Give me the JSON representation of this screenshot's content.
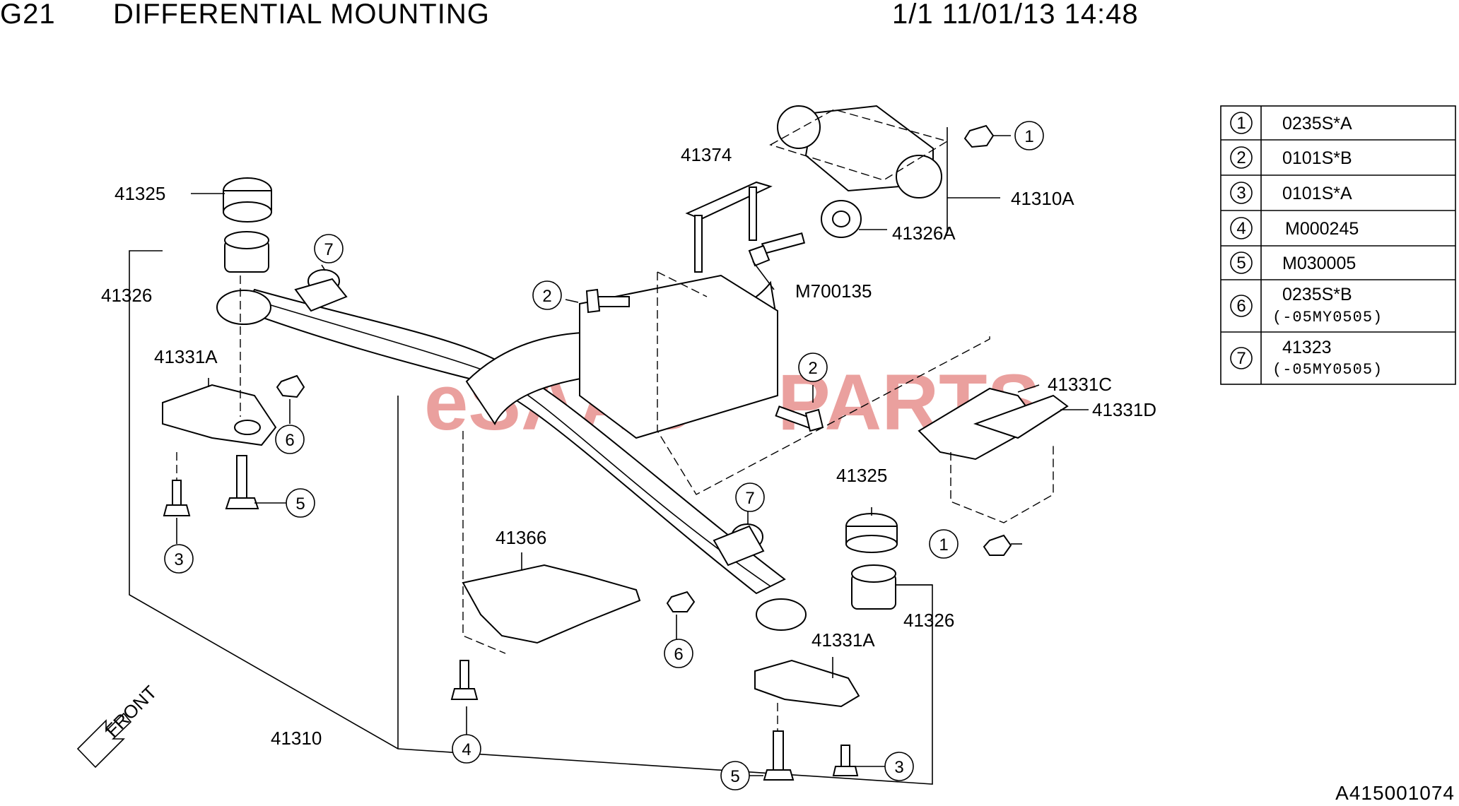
{
  "header": {
    "code": "G21",
    "title": "DIFFERENTIAL MOUNTING",
    "page_date": "1/1 11/01/13 14:48"
  },
  "footer": {
    "diagram_id": "A415001074"
  },
  "watermark": {
    "part1": "eSAAB",
    "part2": "PARTS",
    "color": "#d9534f"
  },
  "front_label": "FRONT",
  "labels": {
    "l41325_top": "41325",
    "l41326_left": "41326",
    "l41331A_left": "41331A",
    "l41374": "41374",
    "l41310A": "41310A",
    "l41326A": "41326A",
    "lM700135": "M700135",
    "l41331C": "41331C",
    "l41331D": "41331D",
    "l41325_right": "41325",
    "l41326_right": "41326",
    "l41331A_right": "41331A",
    "l41366": "41366",
    "l41310": "41310"
  },
  "callouts": {
    "c1_top": "1",
    "c2_top": "2",
    "c2_mid": "2",
    "c7_left": "7",
    "c6_left": "6",
    "c5_left": "5",
    "c3_left": "3",
    "c7_center": "7",
    "c1_right": "1",
    "c6_center": "6",
    "c4_bottom": "4",
    "c5_bottom": "5",
    "c3_bottom": "3"
  },
  "legend": [
    {
      "num": "1",
      "code": "0235S*A",
      "note": ""
    },
    {
      "num": "2",
      "code": "0101S*B",
      "note": ""
    },
    {
      "num": "3",
      "code": "0101S*A",
      "note": ""
    },
    {
      "num": "4",
      "code": "M000245",
      "note": ""
    },
    {
      "num": "5",
      "code": "M030005",
      "note": ""
    },
    {
      "num": "6",
      "code": "0235S*B",
      "note": "(-05MY0505)"
    },
    {
      "num": "7",
      "code": "41323",
      "note": "(-05MY0505)"
    }
  ]
}
